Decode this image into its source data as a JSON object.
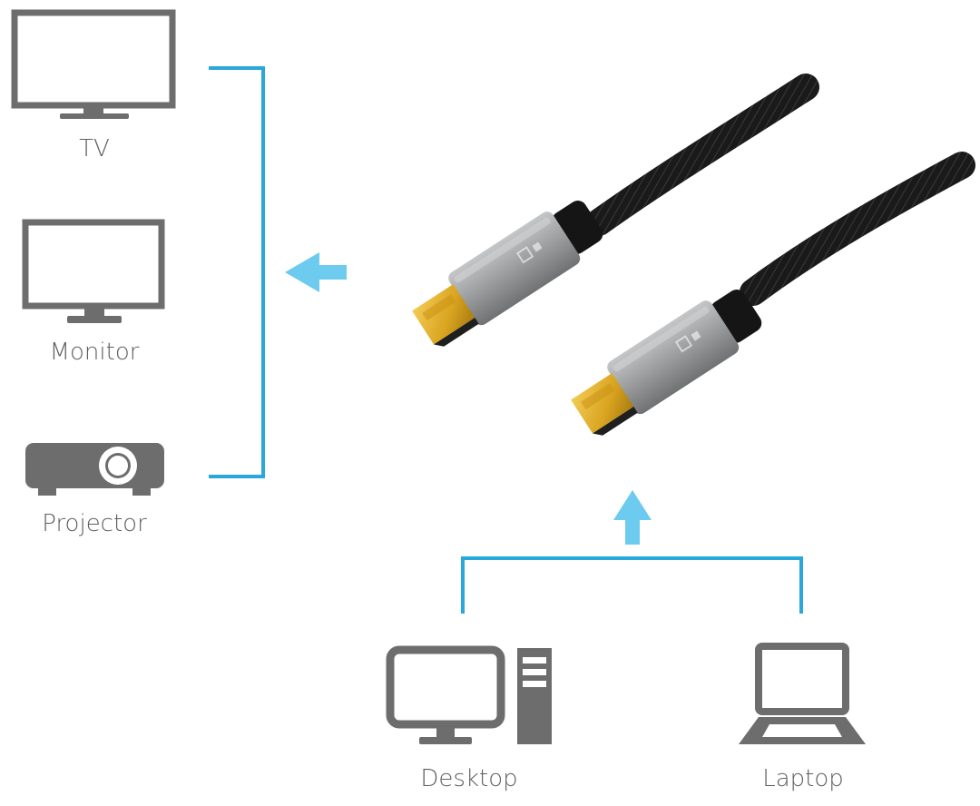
{
  "colors": {
    "connector_line": "#29a8db",
    "arrow": "#6ccbef",
    "icon": "#6d6d6d",
    "label": "#5f5f5f",
    "cable": "#1c1c1c",
    "shell": "#9a9c9e",
    "gold": "#d9a420"
  },
  "outputs": {
    "tv": {
      "label": "TV",
      "icon": "tv-icon"
    },
    "monitor": {
      "label": "Monitor",
      "icon": "monitor-icon"
    },
    "projector": {
      "label": "Projector",
      "icon": "projector-icon"
    }
  },
  "sources": {
    "desktop": {
      "label": "Desktop",
      "icon": "desktop-icon"
    },
    "laptop": {
      "label": "Laptop",
      "icon": "laptop-icon"
    }
  },
  "cable": {
    "type": "DisplayPort cable",
    "connector_count": 2,
    "flow_arrows": [
      "arrow-left-to-displays",
      "arrow-up-from-computers"
    ]
  }
}
